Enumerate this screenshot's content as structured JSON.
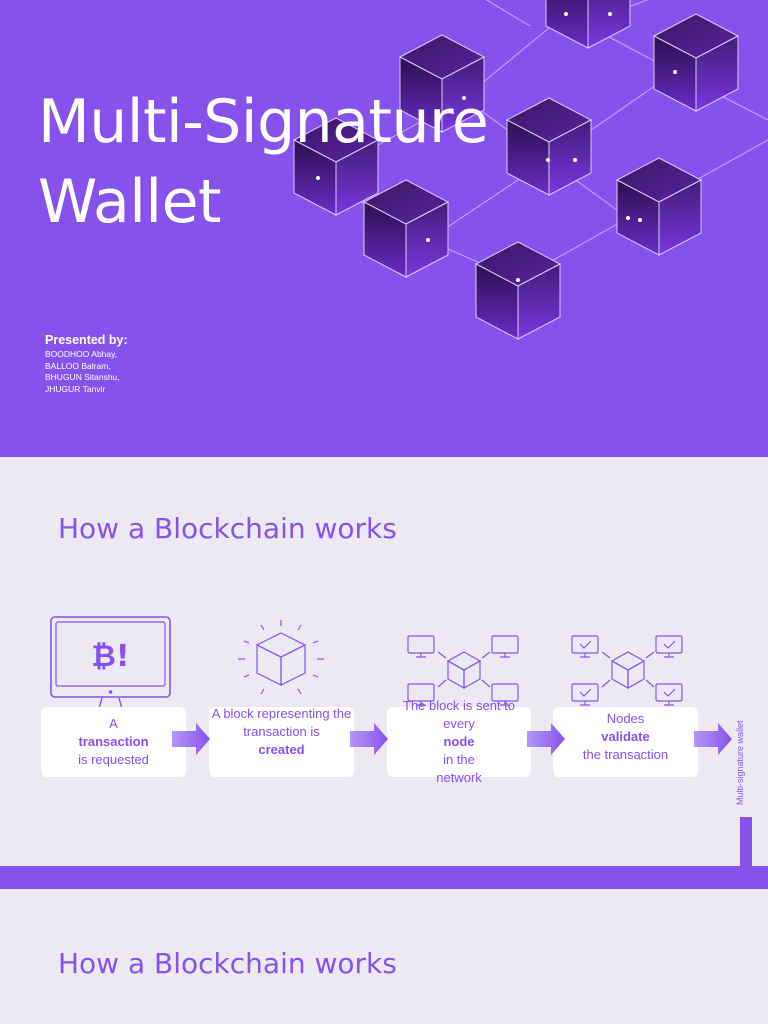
{
  "slide1": {
    "title_line1": "Multi-Signature",
    "title_line2": "Wallet",
    "presented_label": "Presented by:",
    "authors": [
      "BOODHOO Abhay,",
      "BALLOO Balram,",
      "BHUGUN Sitanshu,",
      "JHUGUR Tanvir"
    ],
    "bg_color": "#8752ec"
  },
  "slide2": {
    "heading": "How a Blockchain works",
    "steps": [
      {
        "pre": "A ",
        "bold": "transaction",
        "line2": "is requested",
        "icon": "monitor-bitcoin-icon"
      },
      {
        "pre": "A block representing the",
        "line2_pre": "transaction is ",
        "bold": "created",
        "icon": "glowing-cube-icon"
      },
      {
        "pre": "The block is sent to",
        "line2_pre": "every ",
        "bold": "node",
        "line2_post": " in the",
        "line3": "network",
        "icon": "network-nodes-icon"
      },
      {
        "pre": "Nodes ",
        "bold": "validate",
        "line2": "the transaction",
        "icon": "validated-nodes-icon"
      }
    ],
    "bitcoin_glyph": "₿!",
    "side_label": "Multi-signature wallet",
    "accent": "#8752ec"
  },
  "slide3": {
    "heading": "How a Blockchain works"
  }
}
